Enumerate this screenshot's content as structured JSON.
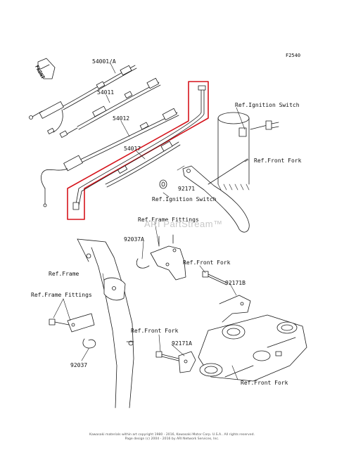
{
  "figure_code": "F2540",
  "front_marker": "FRONT",
  "labels": {
    "p54001a": "54001/A",
    "p54011": "54011",
    "p54012": "54012",
    "p54017": "54017",
    "p92171": "92171",
    "p92037a": "92037A",
    "p92171b": "92171B",
    "p92171a": "92171A",
    "p92037": "92037",
    "ref_ignition_switch_top": "Ref.Ignition Switch",
    "ref_front_fork_top": "Ref.Front Fork",
    "ref_ignition_switch_mid": "Ref.Ignition Switch",
    "ref_frame_fittings_top": "Ref.Frame Fittings",
    "ref_front_fork_mid": "Ref.Front Fork",
    "ref_frame": "Ref.Frame",
    "ref_frame_fittings_left": "Ref.Frame Fittings",
    "ref_front_fork_lower": "Ref.Front Fork",
    "ref_front_fork_bottom": "Ref.Front Fork"
  },
  "watermark": "ARI PartStream™",
  "footer": {
    "line1": "Kawasaki materials within art copyright 1980 - 2016, Kawasaki Motor Corp. U.S.A.. All rights reserved.",
    "line2": "Page design (c) 2004 - 2016 by ARI Network Services, Inc."
  },
  "colors": {
    "line": "#1a1a1a",
    "highlight": "#d6141c",
    "watermark": "#c8c8c8"
  }
}
